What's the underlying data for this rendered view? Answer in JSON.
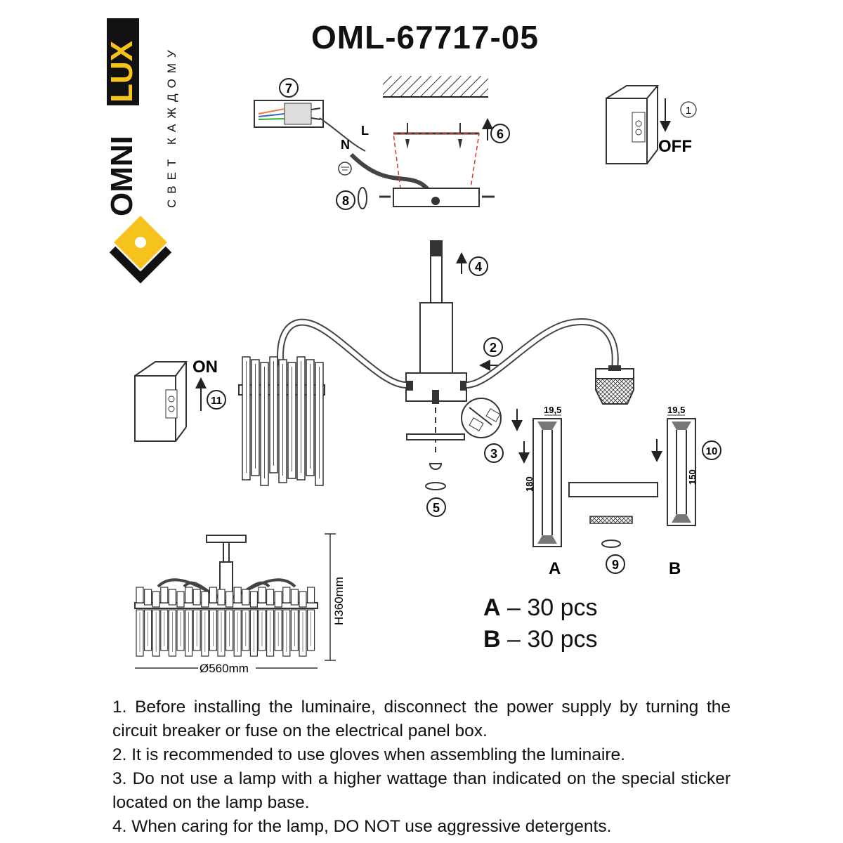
{
  "brand": {
    "name_part1": "OMNI",
    "name_part2": "LUX",
    "slogan": "СВЕТ КАЖДОМУ",
    "accent_color": "#f6c31c"
  },
  "model": "OML-67717-05",
  "steps": {
    "s1": "1",
    "s2": "2",
    "s3": "3",
    "s4": "4",
    "s5": "5",
    "s6": "6",
    "s7": "7",
    "s8": "8",
    "s9": "9",
    "s10": "10",
    "s11": "11"
  },
  "switch": {
    "off_label": "OFF",
    "on_label": "ON"
  },
  "wiring": {
    "neutral": "N",
    "live": "L"
  },
  "dimensions": {
    "height": "H360mm",
    "diameter": "Ø560mm",
    "crystal_a_width": "19,5",
    "crystal_a_length": "180",
    "crystal_b_width": "19,5",
    "crystal_b_length": "150"
  },
  "crystal_labels": {
    "a": "A",
    "b": "B"
  },
  "counts": [
    {
      "letter": "A",
      "text": "– 30 pcs"
    },
    {
      "letter": "B",
      "text": "– 30 pcs"
    }
  ],
  "notes": [
    "1. Before installing the luminaire, disconnect the power supply by turning the circuit breaker or fuse on the electrical panel box.",
    "2. It is recommended to use gloves when assembling the luminaire.",
    "3. Do not use a lamp with a higher wattage than indicated on the special sticker located on the lamp base.",
    "4. When caring for the lamp, DO NOT use aggressive detergents."
  ]
}
